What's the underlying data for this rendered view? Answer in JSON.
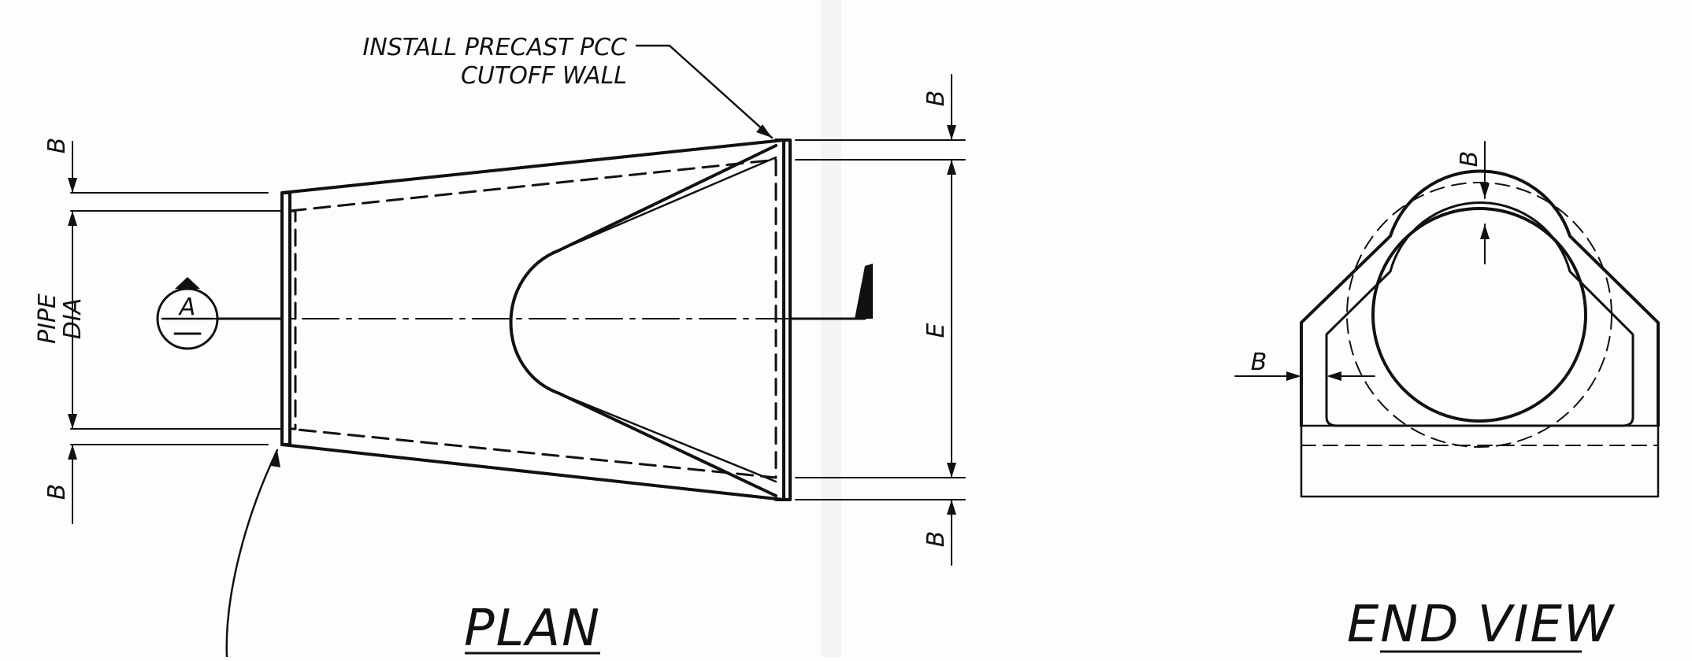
{
  "annotations": {
    "note_line1": "INSTALL PRECAST PCC",
    "note_line2": "CUTOFF WALL",
    "dim_b": "B",
    "pipe_line1": "PIPE",
    "pipe_line2": "DIA",
    "dim_e": "E",
    "section_letter": "A"
  },
  "titles": {
    "plan": "PLAN",
    "end_view": "END VIEW"
  },
  "colors": {
    "ink": "#111111",
    "paper": "#fdfdfd"
  }
}
